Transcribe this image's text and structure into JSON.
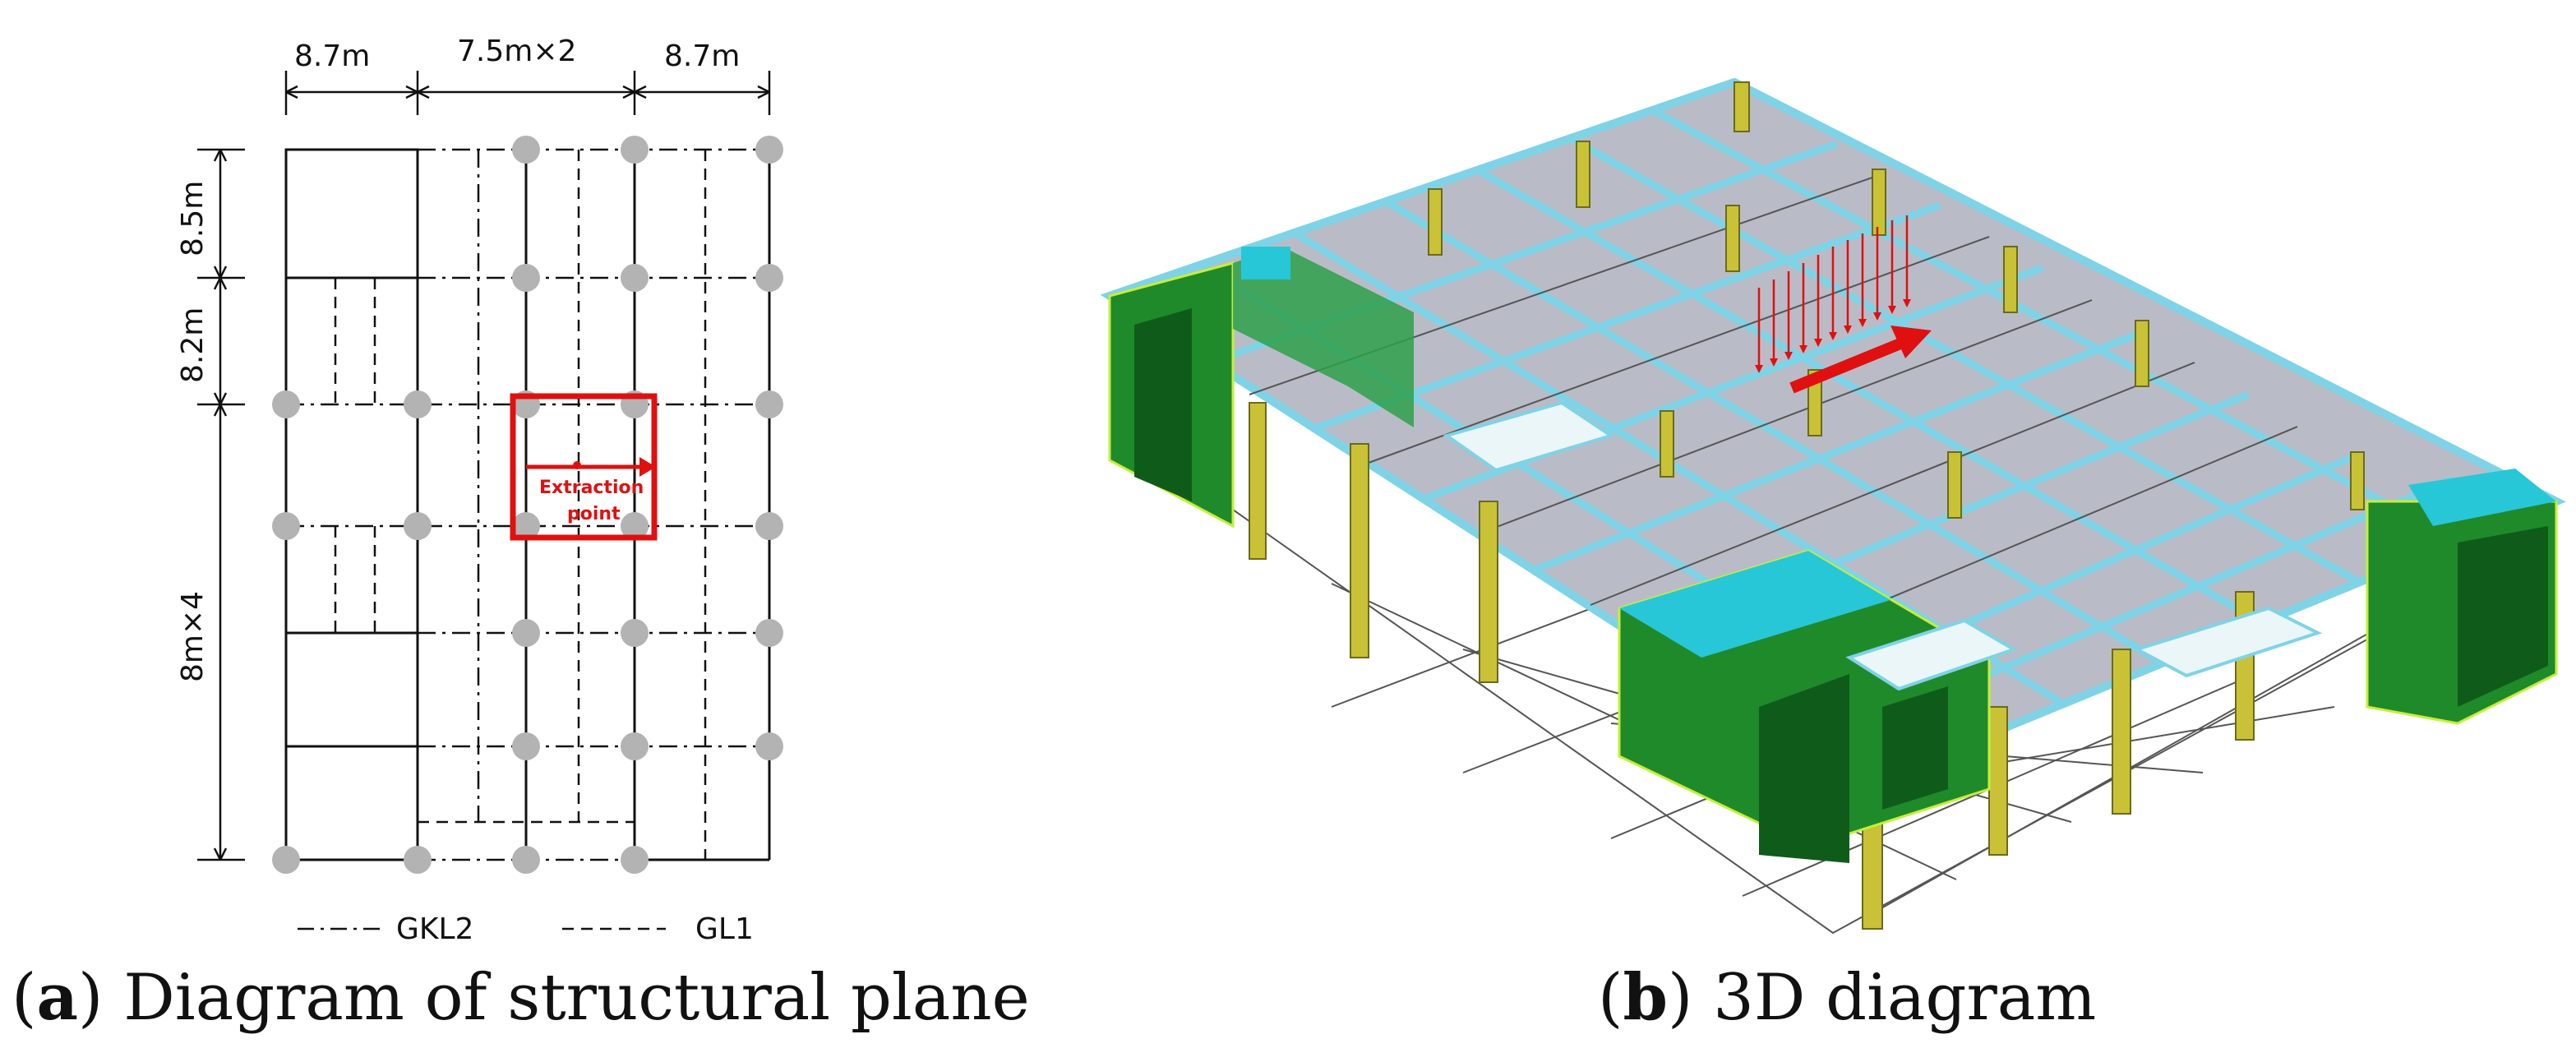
{
  "plan": {
    "dimensions": {
      "top_left": "8.7m",
      "top_middle": "7.5m×2",
      "top_right": "8.7m",
      "side_1": "8.5m",
      "side_2": "8.2m",
      "side_3": "8m×4"
    },
    "extraction_label_line1": "Extraction",
    "extraction_label_line2": "point",
    "legend": [
      {
        "label": "GKL2",
        "style": "dash-dot"
      },
      {
        "label": "GL1",
        "style": "dashed"
      }
    ],
    "caption": {
      "letter": "a",
      "text": "Diagram of structural plane"
    }
  },
  "model3d": {
    "caption": {
      "letter": "b",
      "text": "3D diagram"
    }
  },
  "colors": {
    "extraction": "#e01010",
    "column_node": "#b3b3b3",
    "beam_cyan": "#7fd3e6",
    "slab_grey": "#b9bcc6",
    "wall_green": "#1f8a2a",
    "column_yellow": "#c9c236"
  }
}
